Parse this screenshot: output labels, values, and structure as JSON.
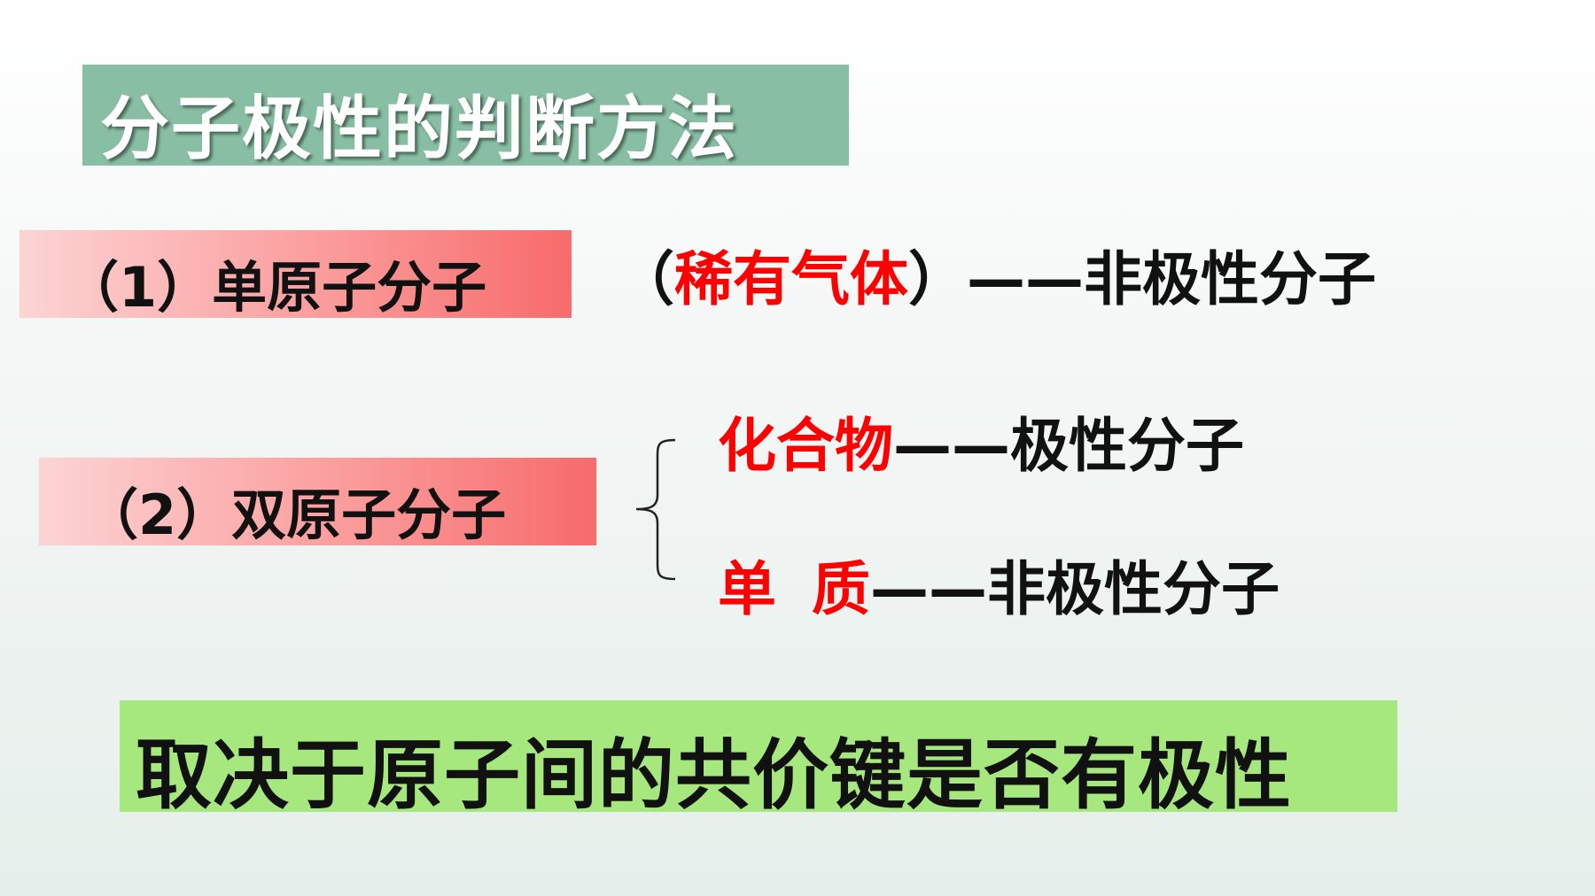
{
  "title": "分子极性的判断方法",
  "case1": {
    "label": "（1）单原子分子",
    "open_paren": "（",
    "highlight": "稀有气体",
    "close_paren": "）",
    "dash": "——",
    "result": "非极性分子"
  },
  "case2": {
    "label": "（2）双原子分子",
    "compound": {
      "term": "化合物",
      "dash": "——",
      "result": "极性分子"
    },
    "element": {
      "term_a": "单",
      "term_b": "质",
      "dash": "——",
      "result": "非极性分子"
    }
  },
  "conclusion": "取决于原子间的共价键是否有极性",
  "colors": {
    "title_bg": "#88bfa4",
    "case_bg_start": "#fcd4d4",
    "case_bg_end": "#f76b6b",
    "highlight_red": "#ff0000",
    "conclusion_bg": "#a6e87e"
  }
}
